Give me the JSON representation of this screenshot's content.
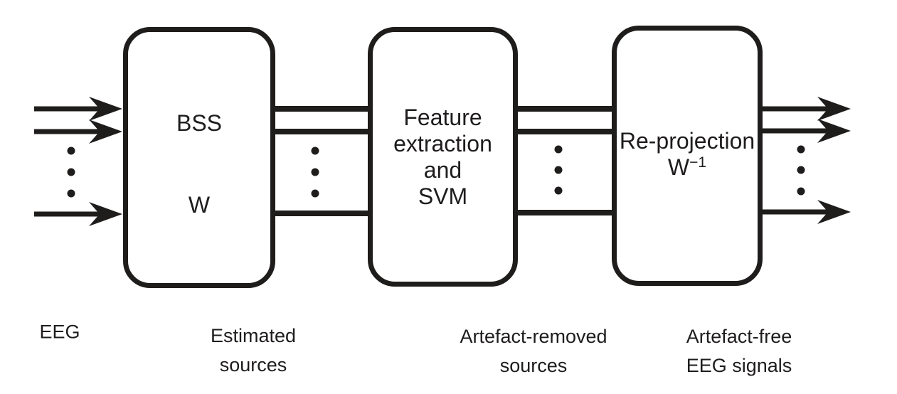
{
  "colors": {
    "ink": "#1f1c1c",
    "background": "#ffffff"
  },
  "boxes": {
    "bss": {
      "line1": "BSS",
      "line2": "W"
    },
    "feature": {
      "line1": "Feature",
      "line2": "extraction",
      "line3": "and",
      "line4": "SVM"
    },
    "reprojection": {
      "line1": "Re-projection",
      "matrix_base": "W",
      "matrix_sup": "−1"
    }
  },
  "labels": {
    "input": "EEG",
    "estimated_sources": {
      "line1": "Estimated",
      "line2": "sources"
    },
    "artefact_removed_sources": {
      "line1": "Artefact-removed",
      "line2": "sources"
    },
    "artefact_free_signals": {
      "line1": "Artefact-free",
      "line2": "EEG signals"
    }
  }
}
